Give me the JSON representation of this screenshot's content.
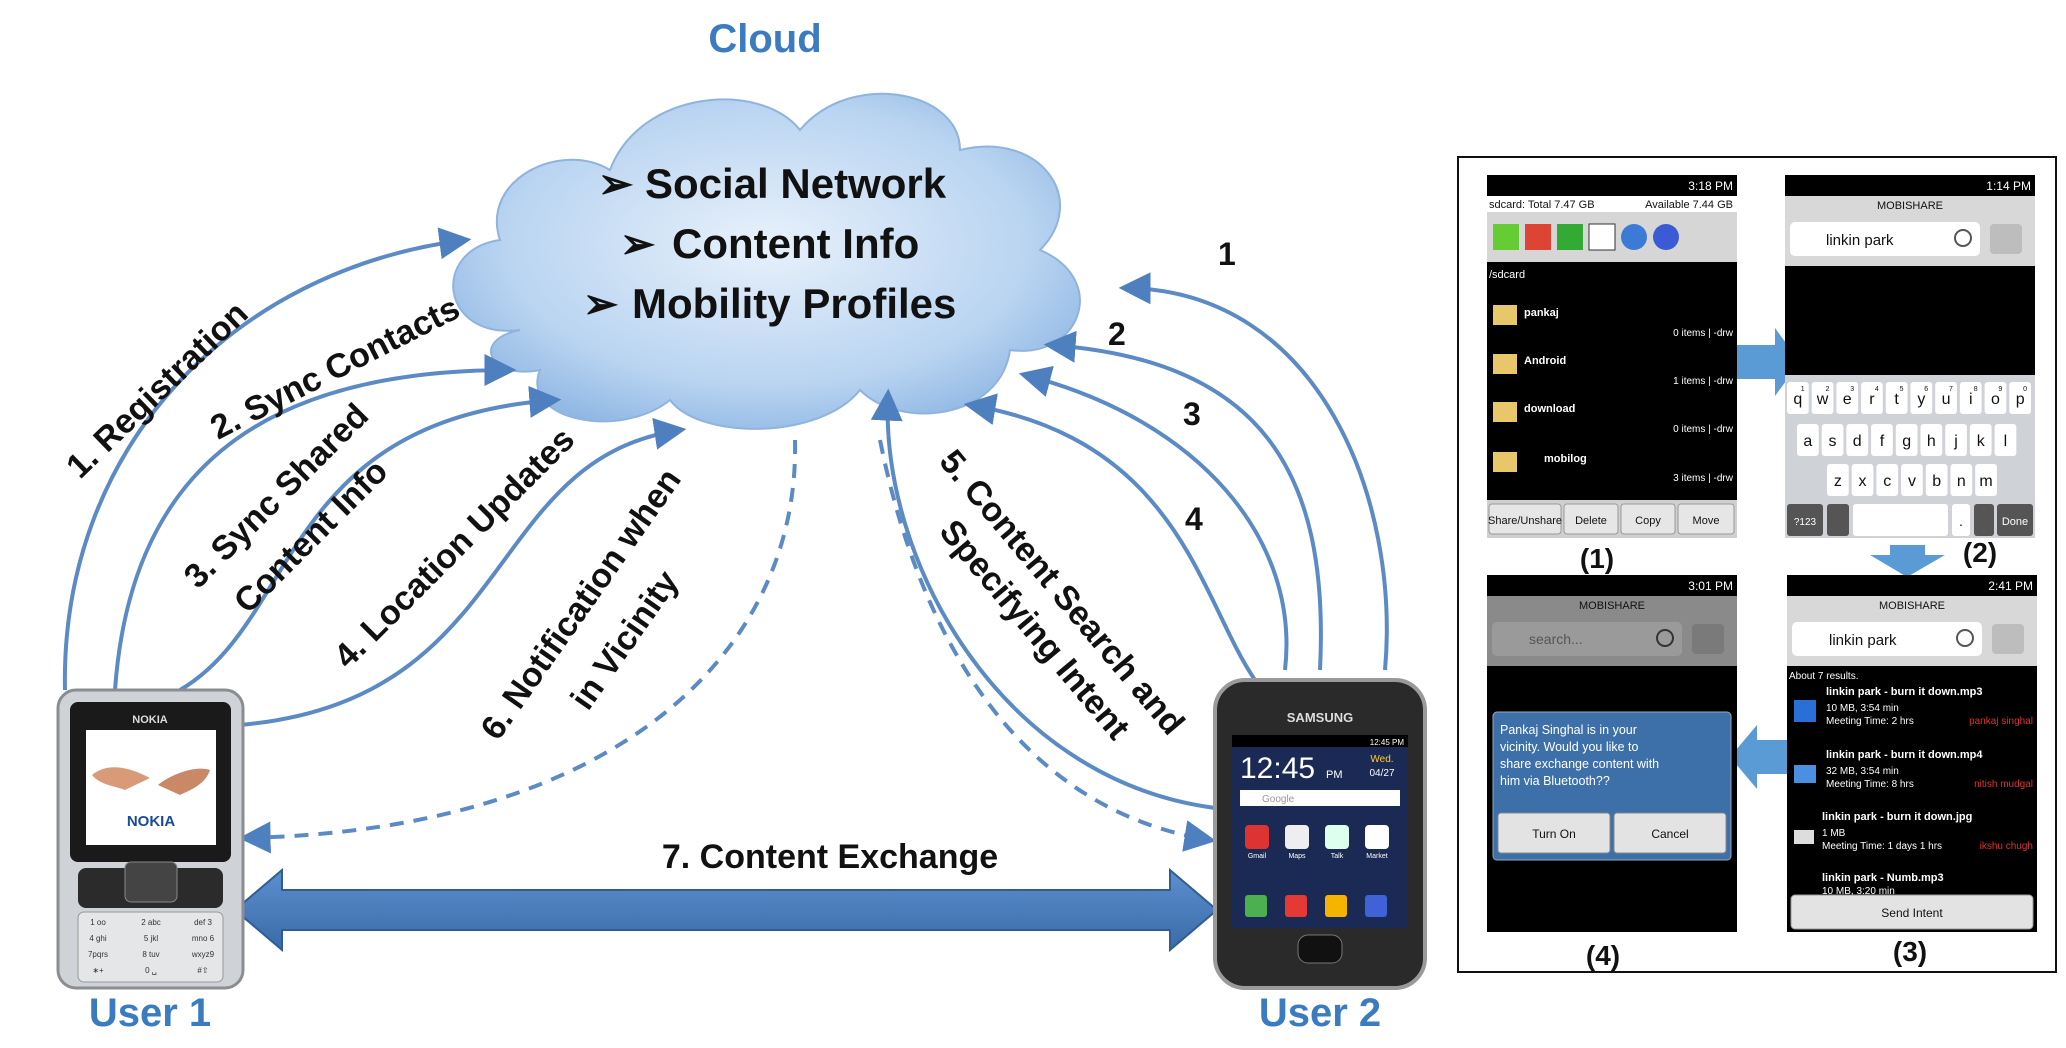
{
  "cloud": {
    "title": "Cloud",
    "items": [
      "Social Network",
      "Content Info",
      "Mobility Profiles"
    ],
    "bullet": "➢"
  },
  "users": {
    "user1": "User 1",
    "user2": "User 2"
  },
  "phone1_brand": "NOKIA",
  "phone2_brand": "SAMSUNG",
  "phone2_screen": {
    "time": "12:45",
    "ampm": "PM",
    "date_day": "Wed.",
    "date": "04/27",
    "status_time": "12:45 PM",
    "search_placeholder": "Google",
    "apps": [
      "Gmail",
      "Maps",
      "Talk",
      "Market"
    ]
  },
  "phone1_keys": [
    "1 oo",
    "2 abc",
    "def 3",
    "4 ghi",
    "5 jkl",
    "mno 6",
    "7pqrs",
    "8 tuv",
    "wxyz9",
    "∗+",
    "0 ␣",
    "#⇧"
  ],
  "left_flows": [
    "1. Registration",
    "2. Sync Contacts",
    "3. Sync Shared",
    "Content Info",
    "4. Location Updates",
    "6. Notification when",
    "in Vicinity"
  ],
  "right_flows": [
    "1",
    "2",
    "3",
    "4",
    "5. Content Search and",
    "Specifying Intent"
  ],
  "exchange_label": "7. Content Exchange",
  "screens": {
    "s1": {
      "caption": "(1)",
      "status_time": "3:18 PM",
      "info_left": "sdcard: Total 7.47 GB",
      "info_right": "Available 7.44 GB",
      "path": "/sdcard",
      "files": [
        {
          "name": "pankaj",
          "meta": "0 items | -drw"
        },
        {
          "name": "Android",
          "meta": "1 items | -drw"
        },
        {
          "name": "download",
          "meta": "0 items | -drw"
        },
        {
          "name": "mobilog",
          "meta": "3 items | -drw"
        }
      ],
      "buttons": [
        "Share/Unshare",
        "Delete",
        "Copy",
        "Move"
      ]
    },
    "s2": {
      "caption": "(2)",
      "status_time": "1:14 PM",
      "app_title": "MOBISHARE",
      "query": "linkin park",
      "row1": [
        "q",
        "w",
        "e",
        "r",
        "t",
        "y",
        "u",
        "i",
        "o",
        "p"
      ],
      "row1_alt": [
        "1",
        "2",
        "3",
        "4",
        "5",
        "6",
        "7",
        "8",
        "9",
        "0"
      ],
      "row2": [
        "a",
        "s",
        "d",
        "f",
        "g",
        "h",
        "j",
        "k",
        "l"
      ],
      "row3": [
        "z",
        "x",
        "c",
        "v",
        "b",
        "n",
        "m"
      ],
      "sym_key": "?123",
      "period_key": ".",
      "done_key": "Done"
    },
    "s3": {
      "caption": "(3)",
      "status_time": "2:41 PM",
      "app_title": "MOBISHARE",
      "query": "linkin park",
      "results_count": "About 7 results.",
      "results": [
        {
          "title": "linkin park - burn it down.mp3",
          "line1": "10 MB, 3:54 min",
          "line2": "Meeting Time: 2 hrs",
          "person": "pankaj singhal"
        },
        {
          "title": "linkin park - burn it down.mp4",
          "line1": "32 MB, 3:54 min",
          "line2": "Meeting Time: 8 hrs",
          "person": "nitish mudgal"
        },
        {
          "title": "linkin park - burn it down.jpg",
          "line1": "1 MB",
          "line2": "Meeting Time: 1 days 1 hrs",
          "person": "ikshu chugh"
        },
        {
          "title": "linkin park - Numb.mp3",
          "line1": "10 MB, 3:20 min",
          "line2": "",
          "person": ""
        }
      ],
      "send_button": "Send Intent"
    },
    "s4": {
      "caption": "(4)",
      "status_time": "3:01 PM",
      "app_title": "MOBISHARE",
      "placeholder": "search...",
      "dialog_lines": [
        "Pankaj Singhal is in your",
        "vicinity. Would you like to",
        "share exchange content with",
        "him via Bluetooth??"
      ],
      "btn_ok": "Turn On",
      "btn_cancel": "Cancel"
    }
  },
  "colors": {
    "accent": "#3b7bbf",
    "arrow": "#5b8ac4",
    "cloud_fill": "#b7d3f0",
    "exchange_arrow": "#4a7fbf",
    "red_text": "#e03030"
  }
}
